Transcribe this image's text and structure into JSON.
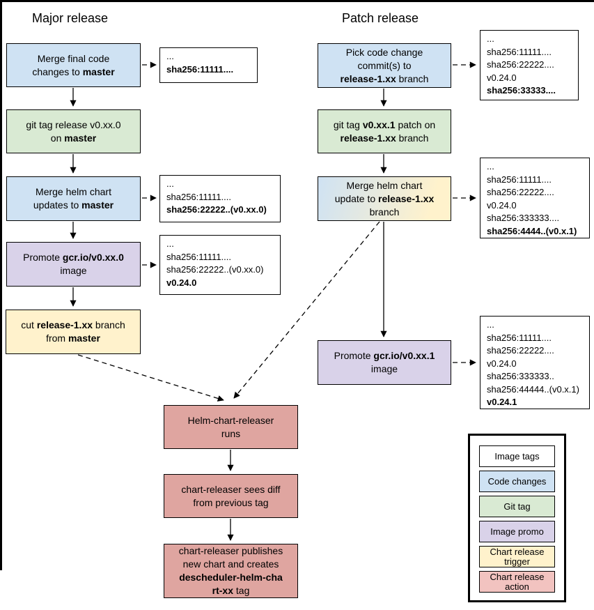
{
  "colors": {
    "border": "#000000",
    "blue": "#cfe2f3",
    "green": "#d9ead3",
    "purple": "#d9d2e9",
    "yellow": "#fff2cc",
    "red": "#dfa5a0",
    "legend_red": "#f2c3c0",
    "white": "#ffffff"
  },
  "major": {
    "title": "Major release",
    "n1": {
      "lines": [
        [
          {
            "t": "Merge final code"
          }
        ],
        [
          {
            "t": "changes to "
          },
          {
            "t": "master",
            "b": true
          }
        ]
      ]
    },
    "n2": {
      "lines": [
        [
          {
            "t": "git tag release v0.xx.0"
          }
        ],
        [
          {
            "t": "on "
          },
          {
            "t": "master",
            "b": true
          }
        ]
      ]
    },
    "n3": {
      "lines": [
        [
          {
            "t": "Merge helm chart"
          }
        ],
        [
          {
            "t": "updates to "
          },
          {
            "t": "master",
            "b": true
          }
        ]
      ]
    },
    "n4": {
      "lines": [
        [
          {
            "t": "Promote "
          },
          {
            "t": "gcr.io/v0.xx.0",
            "b": true
          }
        ],
        [
          {
            "t": "image"
          }
        ]
      ]
    },
    "n5": {
      "lines": [
        [
          {
            "t": "cut "
          },
          {
            "t": "release-1.xx",
            "b": true
          },
          {
            "t": " branch"
          }
        ],
        [
          {
            "t": "from "
          },
          {
            "t": "master",
            "b": true
          }
        ]
      ]
    },
    "t1": {
      "lines": [
        {
          "t": "..."
        },
        {
          "t": "sha256:11111....",
          "b": true
        }
      ]
    },
    "t2": {
      "lines": [
        {
          "t": "..."
        },
        {
          "t": "sha256:11111...."
        },
        {
          "t": "sha256:22222..(v0.xx.0)",
          "b": true
        }
      ]
    },
    "t3": {
      "lines": [
        {
          "t": "..."
        },
        {
          "t": "sha256:11111...."
        },
        {
          "t": "sha256:22222..(v0.xx.0)"
        },
        {
          "t": "v0.24.0",
          "b": true
        }
      ]
    }
  },
  "patch": {
    "title": "Patch release",
    "n1": {
      "lines": [
        [
          {
            "t": "Pick code change"
          }
        ],
        [
          {
            "t": "commit(s) to"
          }
        ],
        [
          {
            "t": "release-1.xx",
            "b": true
          },
          {
            "t": " branch"
          }
        ]
      ]
    },
    "n2": {
      "lines": [
        [
          {
            "t": "git tag "
          },
          {
            "t": "v0.xx.1",
            "b": true
          },
          {
            "t": " patch on"
          }
        ],
        [
          {
            "t": "release-1.xx",
            "b": true
          },
          {
            "t": " branch"
          }
        ]
      ]
    },
    "n3": {
      "lines": [
        [
          {
            "t": "Merge helm chart"
          }
        ],
        [
          {
            "t": "update to "
          },
          {
            "t": "release-1.xx",
            "b": true
          }
        ],
        [
          {
            "t": "branch"
          }
        ]
      ]
    },
    "n4": {
      "lines": [
        [
          {
            "t": "Promote "
          },
          {
            "t": "gcr.io/v0.xx.1",
            "b": true
          }
        ],
        [
          {
            "t": "image"
          }
        ]
      ]
    },
    "t1": {
      "lines": [
        {
          "t": "..."
        },
        {
          "t": "sha256:11111...."
        },
        {
          "t": "sha256:22222...."
        },
        {
          "t": "v0.24.0"
        },
        {
          "t": "sha256:33333....",
          "b": true
        }
      ]
    },
    "t2": {
      "lines": [
        {
          "t": "..."
        },
        {
          "t": "sha256:11111...."
        },
        {
          "t": "sha256:22222...."
        },
        {
          "t": "v0.24.0"
        },
        {
          "t": "sha256:333333...."
        },
        {
          "t": "sha256:4444..(v0.x.1)",
          "b": true
        }
      ]
    },
    "t3": {
      "lines": [
        {
          "t": "..."
        },
        {
          "t": "sha256:11111...."
        },
        {
          "t": "sha256:22222...."
        },
        {
          "t": "v0.24.0"
        },
        {
          "t": "sha256:333333.."
        },
        {
          "t": "sha256:44444..(v0.x.1)"
        },
        {
          "t": "v0.24.1",
          "b": true
        }
      ]
    }
  },
  "chart_release": {
    "n1": {
      "lines": [
        [
          {
            "t": "Helm-chart-releaser"
          }
        ],
        [
          {
            "t": "runs"
          }
        ]
      ]
    },
    "n2": {
      "lines": [
        [
          {
            "t": "chart-releaser sees diff"
          }
        ],
        [
          {
            "t": "from previous tag"
          }
        ]
      ]
    },
    "n3": {
      "lines": [
        [
          {
            "t": "chart-releaser publishes"
          }
        ],
        [
          {
            "t": "new chart and creates"
          }
        ],
        [
          {
            "t": "descheduler-helm-cha",
            "b": true
          }
        ],
        [
          {
            "t": "rt-xx",
            "b": true
          },
          {
            "t": " tag"
          }
        ]
      ]
    }
  },
  "legend": {
    "items": [
      {
        "label": "Image tags",
        "color": "#ffffff"
      },
      {
        "label": "Code changes",
        "color": "#cfe2f3"
      },
      {
        "label": "Git tag",
        "color": "#d9ead3"
      },
      {
        "label": "Image promo",
        "color": "#d9d2e9"
      },
      {
        "label": "Chart release trigger",
        "color": "#fff2cc"
      },
      {
        "label": "Chart release action",
        "color": "#f2c3c0"
      }
    ]
  }
}
